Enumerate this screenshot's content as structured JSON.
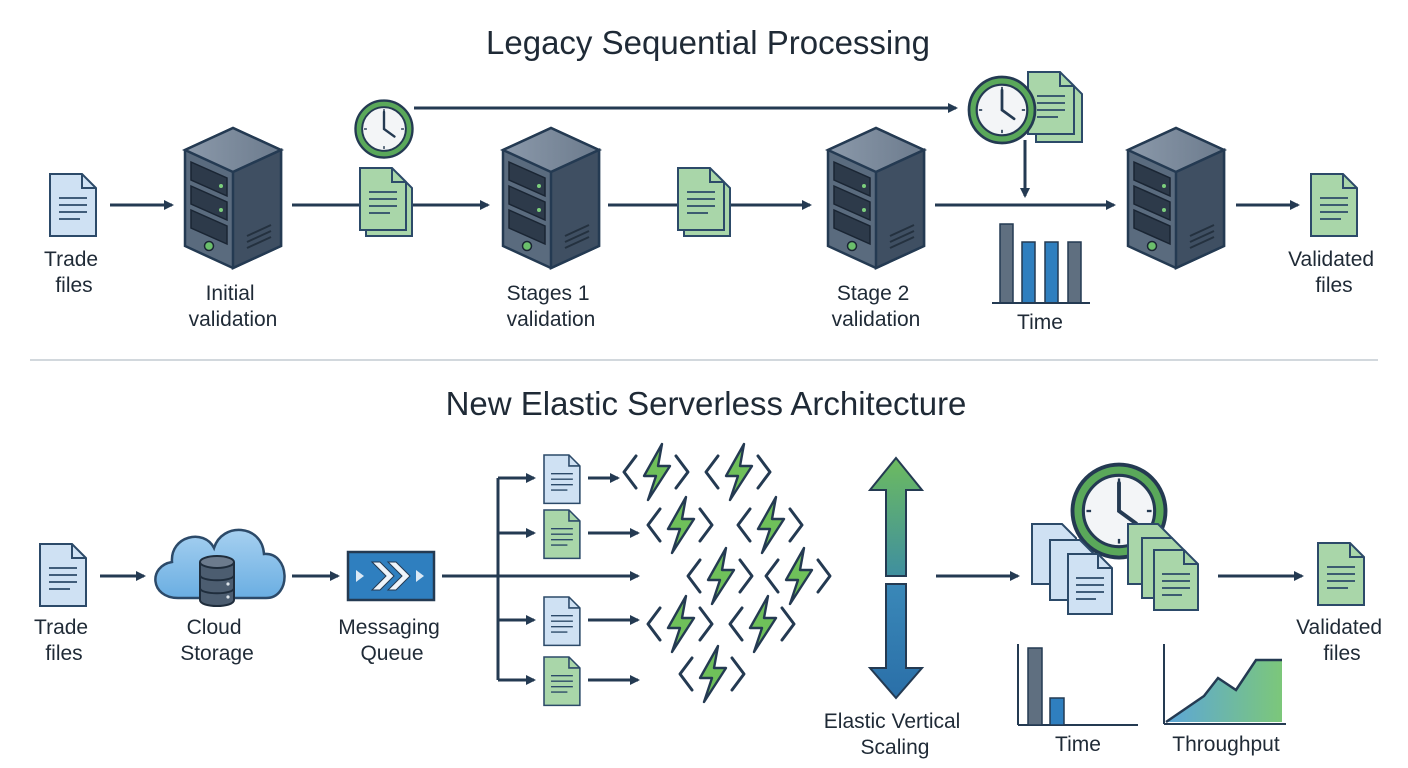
{
  "legacy": {
    "title": "Legacy Sequential Processing",
    "trade_files": [
      "Trade",
      "files"
    ],
    "initial_validation": [
      "Initial",
      "validation"
    ],
    "stage1_validation": [
      "Stages 1",
      "validation"
    ],
    "stage2_validation": [
      "Stage 2",
      "validation"
    ],
    "time_label": "Time",
    "validated_files": [
      "Validated",
      "files"
    ]
  },
  "elastic": {
    "title": "New Elastic Serverless Architecture",
    "trade_files": [
      "Trade",
      "files"
    ],
    "cloud_storage": [
      "Cloud",
      "Storage"
    ],
    "messaging_queue": [
      "Messaging",
      "Queue"
    ],
    "elastic_scaling": [
      "Elastic Vertical",
      "Scaling"
    ],
    "time_label": "Time",
    "throughput_label": "Throughput",
    "validated_files": [
      "Validated",
      "files"
    ]
  },
  "colors": {
    "navy": "#243a52",
    "server": "#4c5d70",
    "doc_blue": "#cfe1f3",
    "doc_green": "#a9d6a9",
    "accent_green": "#5aa85a",
    "accent_blue": "#2f7fbf"
  }
}
